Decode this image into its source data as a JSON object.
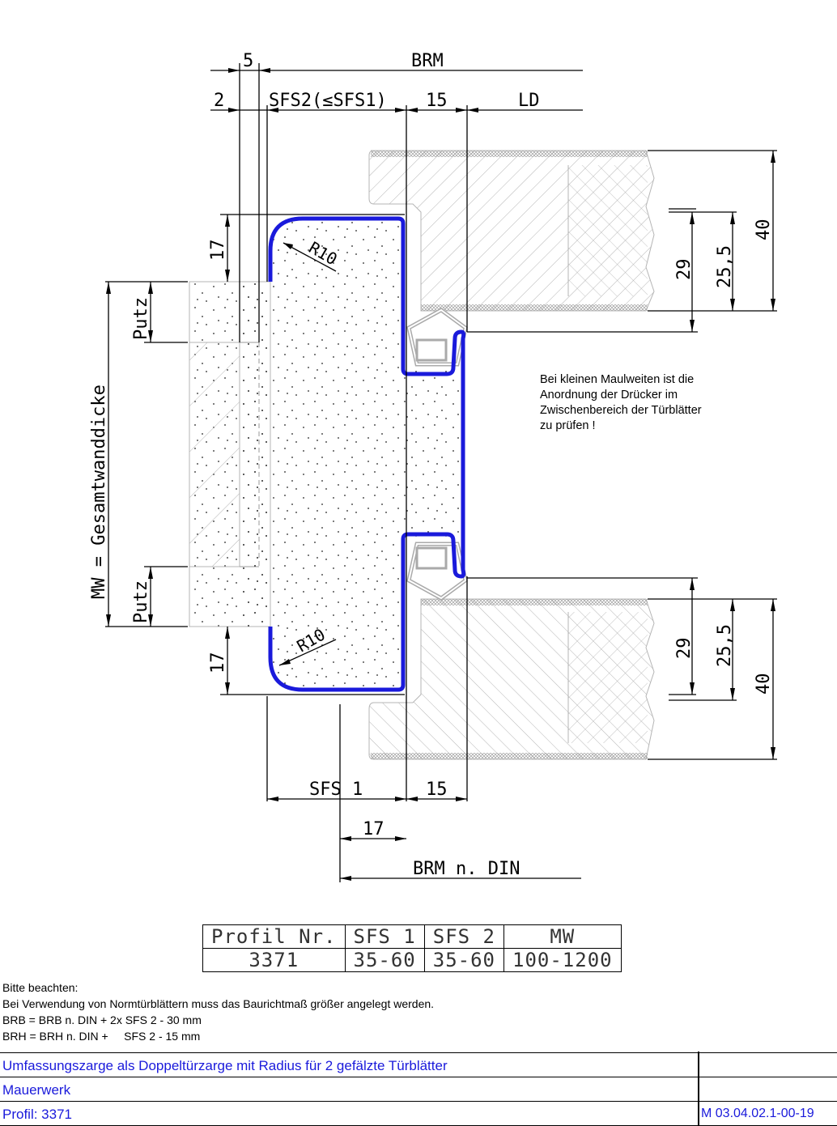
{
  "drawing": {
    "top_dimensions": {
      "brm": "BRM",
      "five": "5",
      "two": "2",
      "sfs2": "SFS2(≤SFS1)",
      "fifteen_top": "15",
      "ld": "LD"
    },
    "left_dimensions": {
      "seventeen_top": "17",
      "putz_top": "Putz",
      "mw_label": "MW = Gesamtwanddicke",
      "putz_bottom": "Putz",
      "seventeen_bottom": "17"
    },
    "radius_labels": {
      "top": "R10",
      "bottom": "R10"
    },
    "right_dimensions_top": {
      "d29": "29",
      "d25_5": "25,5",
      "d40": "40"
    },
    "right_dimensions_bottom": {
      "d29": "29",
      "d25_5": "25,5",
      "d40": "40"
    },
    "bottom_dimensions": {
      "sfs1": "SFS 1",
      "fifteen": "15",
      "seventeen": "17",
      "brm_din": "BRM n. DIN"
    },
    "callout_note": [
      "Bei kleinen Maulweiten ist die",
      "Anordnung der Drücker im",
      "Zwischenbereich der Türblätter",
      "zu prüfen !"
    ],
    "colors": {
      "profile": "#1a1adb",
      "hatch": "#b0b0b0",
      "line": "#000000"
    }
  },
  "spec_table": {
    "headers": [
      "Profil Nr.",
      "SFS 1",
      "SFS 2",
      "MW"
    ],
    "row": [
      "3371",
      "35-60",
      "35-60",
      "100-1200"
    ]
  },
  "notes": {
    "heading": "Bitte beachten:",
    "lines": [
      "Bei Verwendung von Normtürblättern muss das Baurichtmaß größer angelegt werden.",
      "BRB = BRB n. DIN + 2x SFS 2 - 30 mm",
      "BRH = BRH n. DIN +     SFS 2 - 15 mm"
    ]
  },
  "title_block": {
    "title": "Umfassungszarge als Doppeltürzarge mit Radius für 2 gefälzte Türblätter",
    "material": "Mauerwerk",
    "profile": "Profil: 3371",
    "drawing_number": "M 03.04.02.1-00-19"
  }
}
